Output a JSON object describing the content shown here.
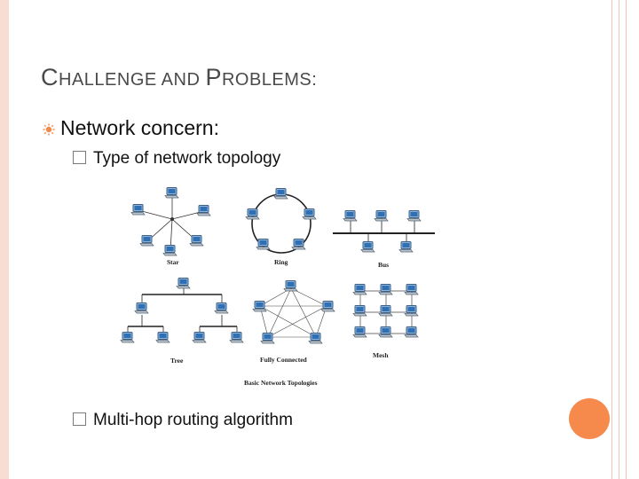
{
  "slide": {
    "title": {
      "first_cap": "C",
      "first_rest": "HALLENGE AND ",
      "second_cap": "P",
      "second_rest": "ROBLEMS",
      "colon": ":"
    },
    "bullet_1": "Network concern:",
    "sub_bullets": [
      {
        "label": "Type of network topology"
      },
      {
        "label": "Multi-hop routing algorithm"
      }
    ]
  },
  "diagram": {
    "labels": {
      "star": "Star",
      "ring": "Ring",
      "bus": "Bus",
      "tree": "Tree",
      "fully_connected": "Fully Connected",
      "mesh": "Mesh",
      "caption": "Basic Network Topologies"
    }
  },
  "icons": {
    "bullet": "sun-bullet-icon",
    "checkbox": "square-checkbox-icon",
    "computer": "computer-icon"
  },
  "colors": {
    "accent_orange": "#f58a4c",
    "frame": "#f7ddd2",
    "title_text": "#4a4a4a"
  }
}
